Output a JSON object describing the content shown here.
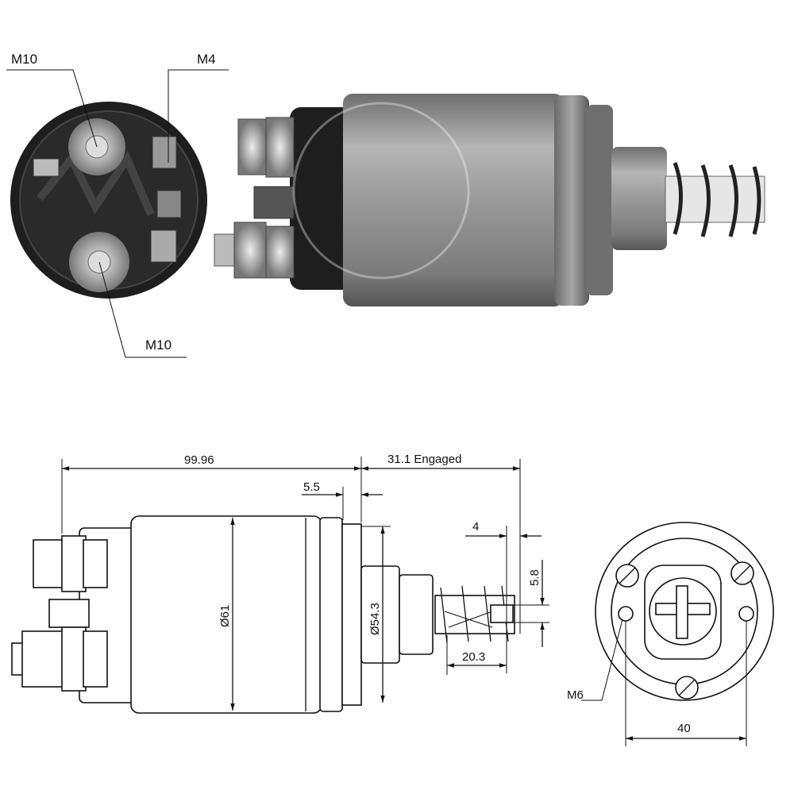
{
  "photo_labels": {
    "top_left_terminal": "M10",
    "small_terminal": "M4",
    "bottom_terminal": "M10"
  },
  "drawing_dimensions": {
    "overall_length": "99.96",
    "plunger_travel": "31.1 Engaged",
    "flange_thickness": "5.5",
    "plunger_tip": "4",
    "plunger_slot": "5.8",
    "body_diameter": "Ø61",
    "flange_diameter": "Ø54.3",
    "spring_length": "20.3",
    "mount_thread": "M6",
    "mount_spacing": "40"
  },
  "colors": {
    "body": "#8c8c8c",
    "dark": "#1c1c1c",
    "line": "#111111"
  }
}
